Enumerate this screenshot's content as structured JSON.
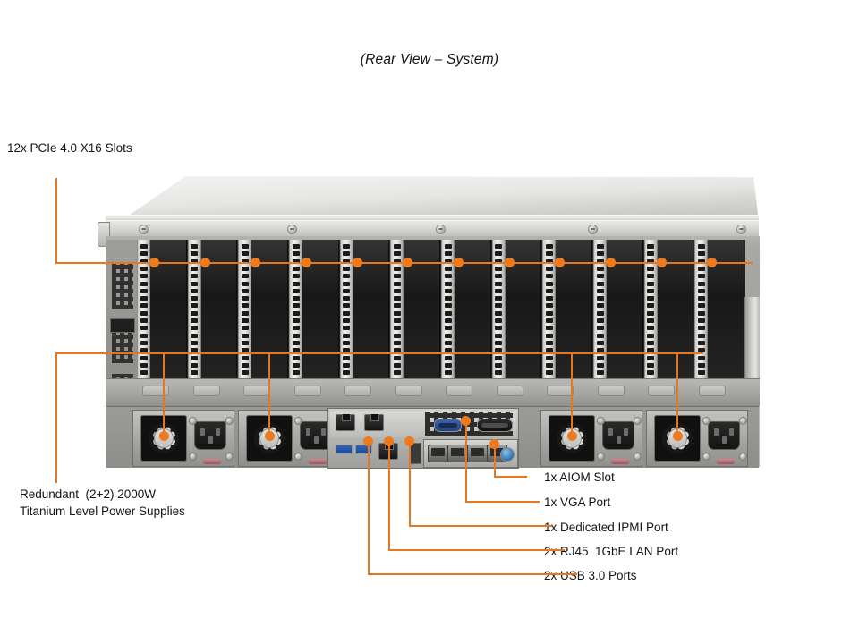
{
  "title": "(Rear View – System)",
  "labels": {
    "pcie": "12x PCIe 4.0 X16 Slots",
    "psu_line1": "Redundant  (2+2) 2000W",
    "psu_line2": "Titanium Level Power Supplies",
    "aiom": "1x AIOM Slot",
    "vga": "1x VGA Port",
    "ipmi": "1x Dedicated IPMI Port",
    "lan": "2x RJ45  1GbE LAN Port",
    "usb": "2x USB 3.0 Ports"
  },
  "colors": {
    "callout": "#e8761f",
    "dot": "#ee7a1d",
    "chassis_light": "#d6d6d3",
    "chassis_mid": "#9d9d99",
    "slot_dark": "#1d1d1d",
    "vga_blue": "#3d63ad",
    "usb_blue": "#2f64b5",
    "latch_red": "#a3545c",
    "text": "#141414"
  },
  "diagram": {
    "subject": "rear-view-server-chassis",
    "pcie_slot_count": 12,
    "psu_count": 4,
    "io_ports": {
      "rj45_lan": 2,
      "usb3": 2,
      "ipmi": 1,
      "vga": 1,
      "serial": 1,
      "aiom_cages": 4
    }
  },
  "io_marks": [
    "usb",
    "usb2",
    "ipmi",
    "vga",
    "aiom"
  ]
}
